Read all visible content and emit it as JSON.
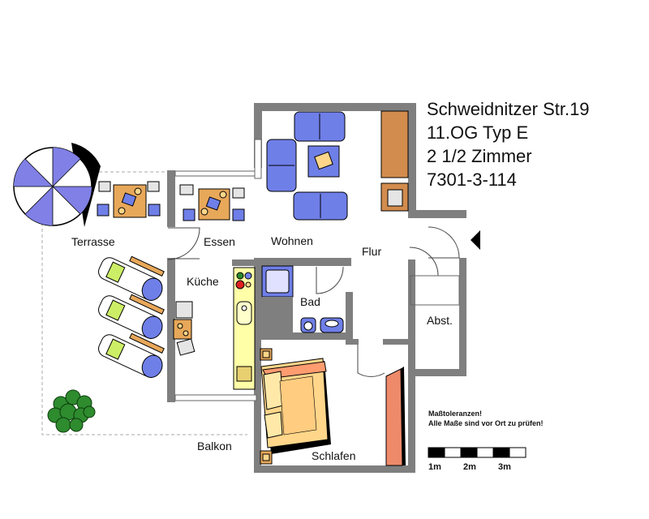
{
  "header": {
    "address": "Schweidnitzer Str.19",
    "floor_type": "11.OG Typ E",
    "rooms_count": "2 1/2 Zimmer",
    "unit_code": "7301-3-114"
  },
  "rooms": {
    "terrasse": "Terrasse",
    "essen": "Essen",
    "wohnen": "Wohnen",
    "flur": "Flur",
    "kueche": "Küche",
    "bad": "Bad",
    "abst": "Abst.",
    "schlafen": "Schlafen",
    "balkon": "Balkon"
  },
  "note": {
    "line1": "Maßtoleranzen!",
    "line2": "Alle Maße sind vor Ort zu prüfen!"
  },
  "scale": {
    "labels": [
      "1m",
      "2m",
      "3m"
    ]
  },
  "colors": {
    "wall": "#7f7f7f",
    "sofa": "#6f7fe8",
    "table_wood": "#e8a85a",
    "bed": "#ffd68a",
    "pillow": "#ff9c70",
    "cabinet": "#d28c4e",
    "wardrobe": "#ee8a6a",
    "parasol": "#8080e6",
    "plant": "#2e8b2e"
  }
}
